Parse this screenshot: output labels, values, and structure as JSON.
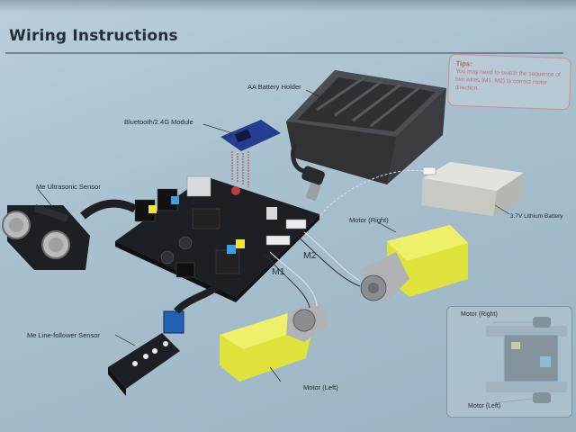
{
  "header": {
    "title": "Wiring Instructions"
  },
  "labels": {
    "battery_holder": "AA Battery Holder",
    "bluetooth": "Bluetooth/2.4G Module",
    "ultrasonic": "Me Ultrasonic Sensor",
    "line_follower": "Me Line-follower Sensor",
    "motor_right": "Motor (Right)",
    "motor_left": "Motor (Left)",
    "lithium": "3.7V Lithium Battery",
    "m1": "M1",
    "m2": "M2"
  },
  "tips": {
    "title": "Tips:",
    "body": "You may need to switch the sequence of two wires (M1, M2) to correct motor direction."
  },
  "inset": {
    "motor_right": "Motor (Right)",
    "motor_left": "Motor (Left)"
  },
  "colors": {
    "board": "#1c1f24",
    "motor_yellow": "#e2e43a",
    "battery_holder": "#3a3c3f",
    "lithium": "#d8d9d2",
    "tips_border": "#d98a87"
  }
}
